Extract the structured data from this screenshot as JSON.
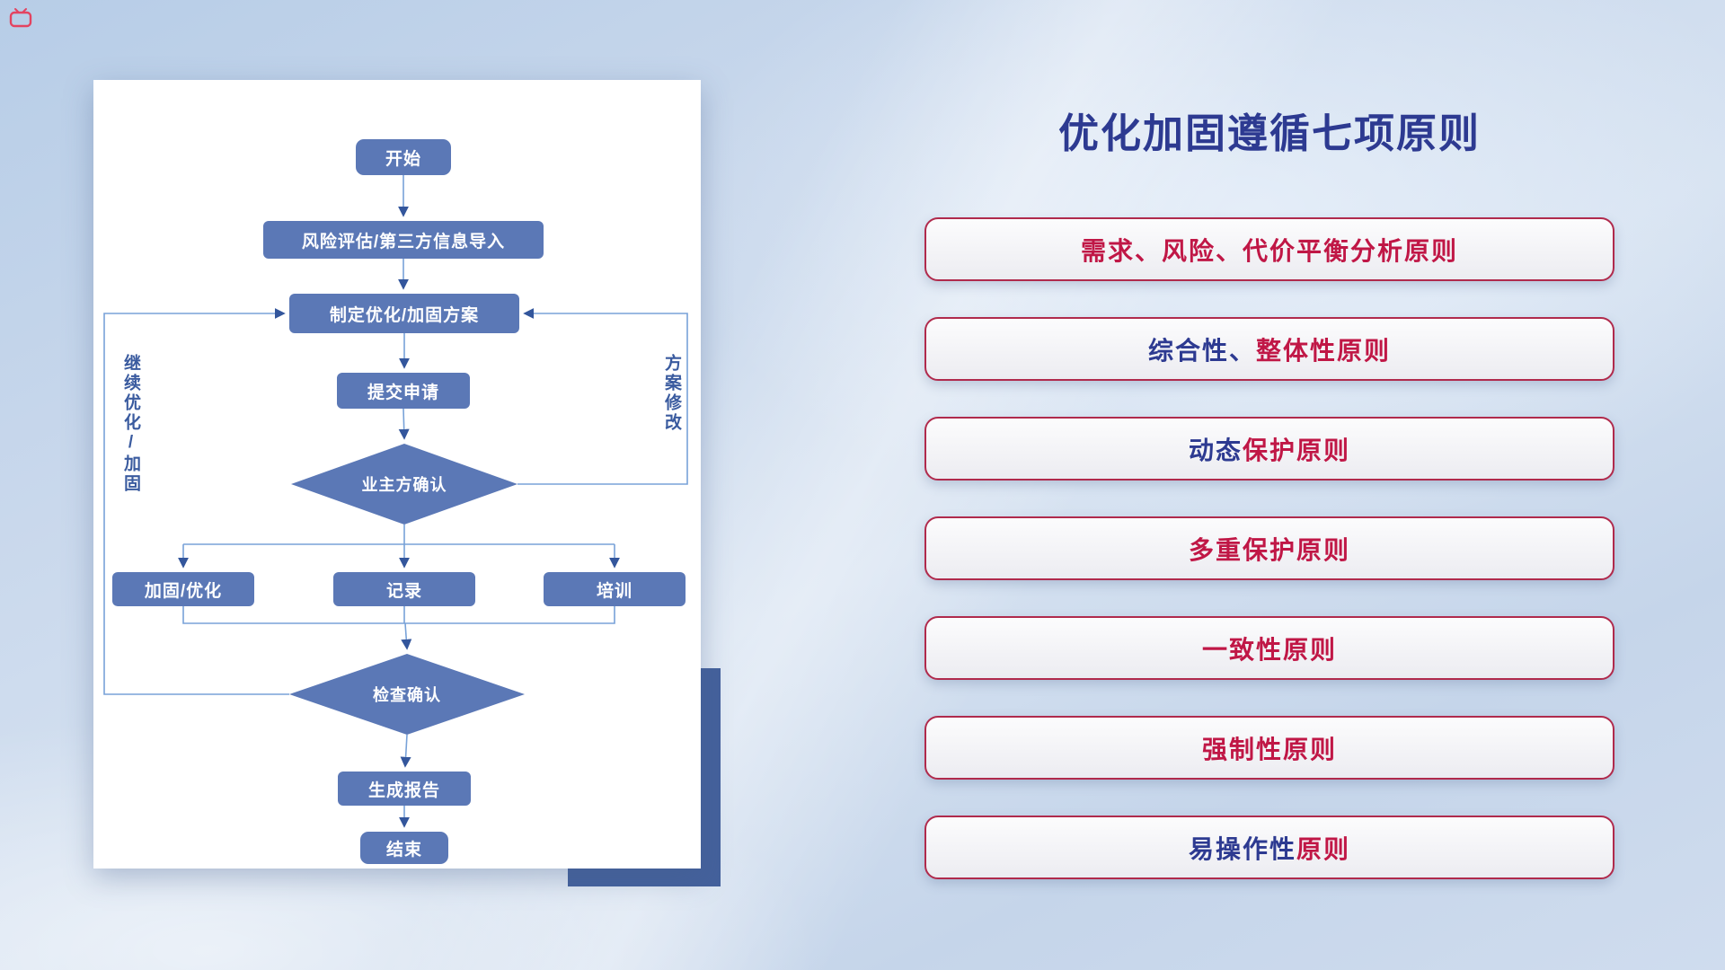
{
  "page_title": "优化加固遵循七项原则",
  "corner_logo_icon": "tv-logo",
  "palette": {
    "title_blue": "#2d3a91",
    "principle_red": "#c01746",
    "principle_border_red": "#b02a4c",
    "node_blue": "#5b78b6",
    "connector_blue": "#78a2d8",
    "arrow_blue": "#33569c",
    "accent_rect_blue": "#44619c"
  },
  "flowchart": {
    "nodes": {
      "start": "开始",
      "risk": "风险评估/第三方信息导入",
      "plan": "制定优化/加固方案",
      "submit": "提交申请",
      "owner_confirm": "业主方确认",
      "reinforce": "加固/优化",
      "record": "记录",
      "training": "培训",
      "check_confirm": "检查确认",
      "report": "生成报告",
      "end": "结束"
    },
    "labels": {
      "left_loop": "继续优化/加固",
      "right_loop": "方案修改"
    }
  },
  "principles": [
    {
      "segments": [
        {
          "text": "需求、风险、代价平衡分析原则",
          "color": "red"
        }
      ]
    },
    {
      "segments": [
        {
          "text": "综合性、",
          "color": "blue"
        },
        {
          "text": "整体性原则",
          "color": "red"
        }
      ]
    },
    {
      "segments": [
        {
          "text": "动态",
          "color": "blue"
        },
        {
          "text": "保护原则",
          "color": "red"
        }
      ]
    },
    {
      "segments": [
        {
          "text": "多重保护原则",
          "color": "red"
        }
      ]
    },
    {
      "segments": [
        {
          "text": "一致性原则",
          "color": "red"
        }
      ]
    },
    {
      "segments": [
        {
          "text": "强制性原则",
          "color": "red"
        }
      ]
    },
    {
      "segments": [
        {
          "text": "易操作性",
          "color": "blue"
        },
        {
          "text": "原则",
          "color": "red"
        }
      ]
    }
  ]
}
